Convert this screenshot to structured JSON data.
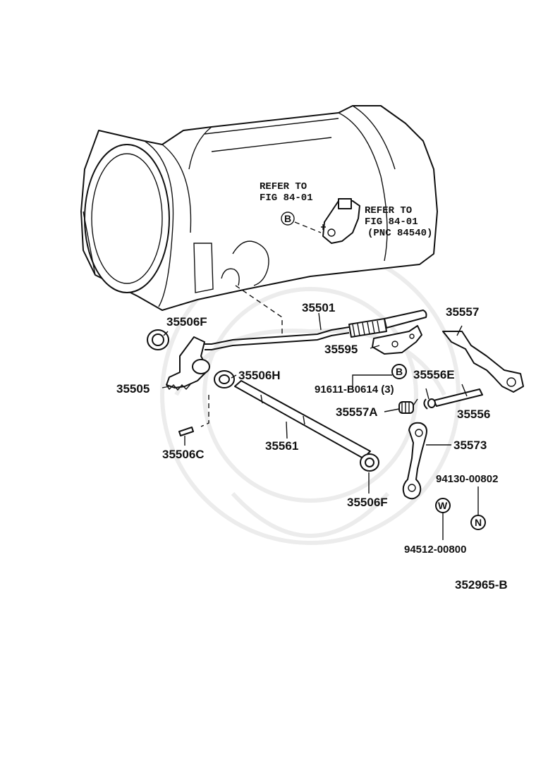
{
  "refer_notes": {
    "left_line1": "REFER TO",
    "left_line2": "FIG 84-01",
    "right_line1": "REFER TO",
    "right_line2": "FIG 84-01",
    "right_line3": "(PNC 84540)"
  },
  "callouts": {
    "b_upper": "B",
    "b_lower": "B",
    "w": "W",
    "n": "N"
  },
  "parts": {
    "p35501": "35501",
    "p35557": "35557",
    "p35506F_top": "35506F",
    "p35595": "35595",
    "p35506H": "35506H",
    "p35556E": "35556E",
    "p35505": "35505",
    "p91611": "91611-B0614 (3)",
    "p35557A": "35557A",
    "p35556": "35556",
    "p35561": "35561",
    "p35573": "35573",
    "p35506C": "35506C",
    "p94130": "94130-00802",
    "p35506F_bottom": "35506F",
    "p94512": "94512-00800"
  },
  "figure_id": "352965-B"
}
